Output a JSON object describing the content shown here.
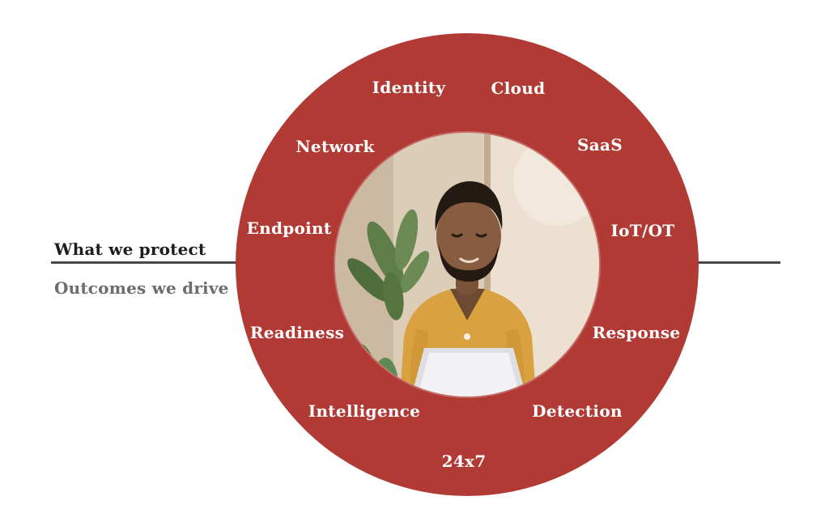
{
  "axis": {
    "protect_label": "What we protect",
    "outcomes_label": "Outcomes we drive"
  },
  "ring": {
    "protect_items": [
      "Identity",
      "Cloud",
      "Network",
      "SaaS",
      "Endpoint",
      "IoT/OT"
    ],
    "outcome_items": [
      "Readiness",
      "Response",
      "Intelligence",
      "Detection",
      "24x7"
    ]
  },
  "colors": {
    "ring_red": "#b23a35",
    "divider_gray": "#474747",
    "protect_text": "#1d1d1d",
    "outcomes_text": "#6d6d6d",
    "ring_label_text": "#ffffff"
  }
}
